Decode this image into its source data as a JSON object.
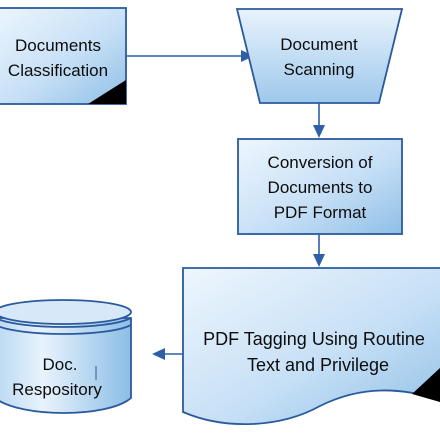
{
  "diagram": {
    "nodes": {
      "classification": {
        "line1": "Documents",
        "line2": "Classification"
      },
      "scanning": {
        "line1": "Document",
        "line2": "Scanning"
      },
      "conversion": {
        "line1": "Conversion of",
        "line2": "Documents to",
        "line3": "PDF Format"
      },
      "tagging": {
        "line1": "PDF Tagging Using Routine",
        "line2": "Text and Privilege"
      },
      "repository": {
        "line1": "Doc.",
        "line2": "Respository"
      }
    },
    "colors": {
      "fill_light": "#e6f1fb",
      "fill_dark": "#9cc6ea",
      "stroke": "#2a5a9c",
      "arrow": "#2f5fa8",
      "corner": "#000000"
    }
  }
}
